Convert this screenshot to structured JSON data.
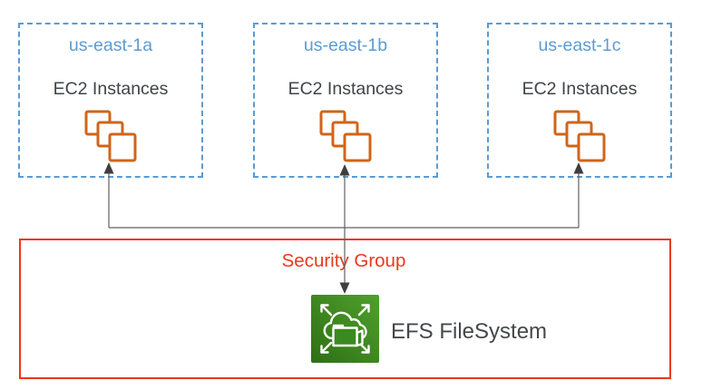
{
  "diagram": {
    "availability_zones": [
      {
        "name": "us-east-1a",
        "node": "EC2 Instances"
      },
      {
        "name": "us-east-1b",
        "node": "EC2 Instances"
      },
      {
        "name": "us-east-1c",
        "node": "EC2 Instances"
      }
    ],
    "security_group_label": "Security Group",
    "efs_label": "EFS FileSystem",
    "colors": {
      "az_border_blue": "#5B9BD5",
      "az_title_blue": "#5B9BD5",
      "node_text_gray": "#404447",
      "ec2_icon_orange": "#D0651A",
      "security_group_red": "#E8391A",
      "efs_green_light": "#4FA02D",
      "efs_green_dark": "#2E7014",
      "connector_gray": "#606060",
      "arrowhead_gray": "#3E3E3E"
    }
  }
}
